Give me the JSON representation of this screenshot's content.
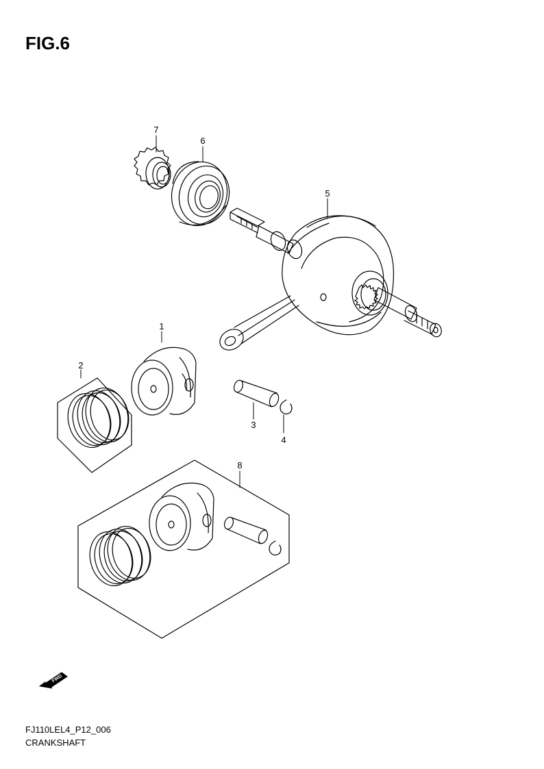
{
  "figure": {
    "title": "FIG.6"
  },
  "callouts": {
    "c1": "1",
    "c2": "2",
    "c3": "3",
    "c4": "4",
    "c5": "5",
    "c6": "6",
    "c7": "7",
    "c8": "8"
  },
  "fwd_label": "FWD",
  "footer": {
    "code": "FJ110LEL4_P12_006",
    "name": "CRANKSHAFT"
  }
}
